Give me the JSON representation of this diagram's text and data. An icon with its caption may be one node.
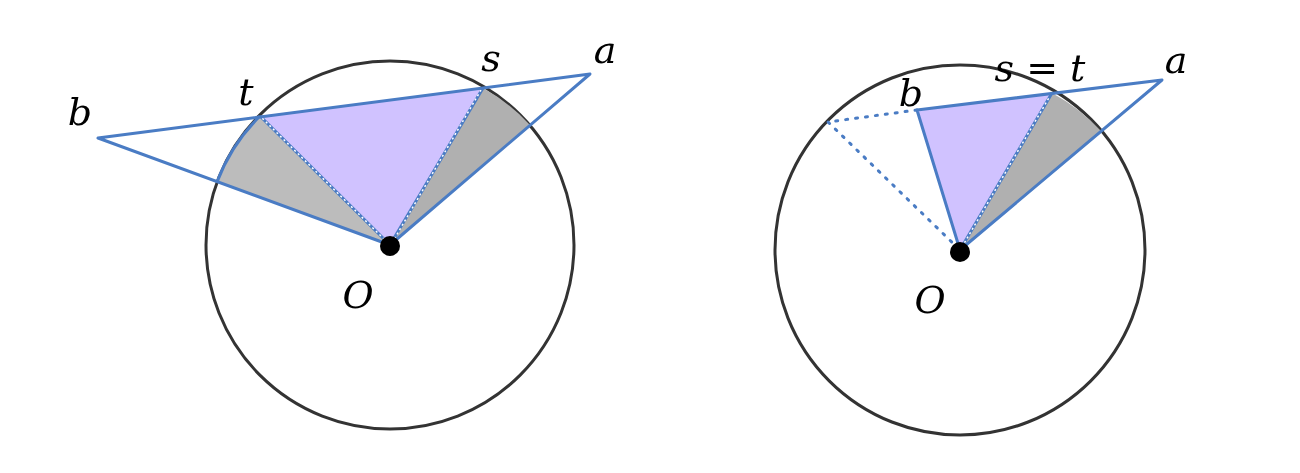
{
  "diagram": {
    "labels": [
      "b",
      "t",
      "s",
      "a",
      "O",
      "b",
      "s = t",
      "a",
      "O"
    ]
  }
}
